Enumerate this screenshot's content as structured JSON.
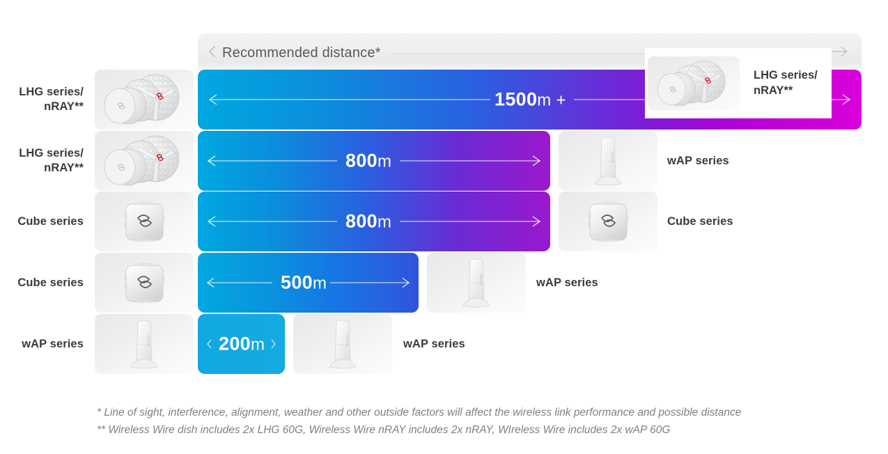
{
  "header": {
    "title": "Recommended distance*",
    "prev_icon": "chevron-left-icon",
    "next_icon": "arrow-right-icon"
  },
  "rows": [
    {
      "id": "row-1500m",
      "left_label": "LHG series/\nnRAY**",
      "left_label_line1": "LHG series/",
      "left_label_line2": "nRAY**",
      "distance_value": "1500",
      "distance_unit": "m +",
      "right_label": "",
      "gradient_start": "#00A8E0",
      "gradient_end": "#DB00DB",
      "device_left": "lhg-nray-dish",
      "device_right": "lhg-nray-dish"
    },
    {
      "id": "row-800m-wap",
      "left_label_line1": "LHG series/",
      "left_label_line2": "nRAY**",
      "distance_value": "800",
      "distance_unit": "m",
      "right_label": "wAP series",
      "gradient_start": "#00A8E0",
      "gradient_end": "#9B18CC",
      "device_left": "lhg-nray-dish",
      "device_right": "wap-unit"
    },
    {
      "id": "row-800m-cube",
      "left_label_line1": "Cube series",
      "left_label_line2": "",
      "distance_value": "800",
      "distance_unit": "m",
      "right_label": "Cube series",
      "gradient_start": "#00A8E0",
      "gradient_end": "#9B18CC",
      "device_left": "cube-unit",
      "device_right": "cube-unit"
    },
    {
      "id": "row-500m",
      "left_label_line1": "Cube series",
      "left_label_line2": "",
      "distance_value": "500",
      "distance_unit": "m",
      "right_label": "wAP series",
      "gradient_start": "#00A8E0",
      "gradient_end": "#2A5FE0",
      "device_left": "cube-unit",
      "device_right": "wap-unit"
    },
    {
      "id": "row-200m",
      "left_label_line1": "wAP series",
      "left_label_line2": "",
      "distance_value": "200",
      "distance_unit": "m",
      "right_label": "wAP series",
      "gradient_start": "#14A9E0",
      "gradient_end": "#14A9E0",
      "device_left": "wap-unit",
      "device_right": "wap-unit"
    }
  ],
  "overlay": {
    "label_line1": "LHG series/",
    "label_line2": "nRAY**",
    "device": "lhg-nray-dish"
  },
  "footnotes": [
    "* Line of sight, interference, alignment, weather and other outside factors will affect the wireless link performance and possible distance",
    "** Wireless Wire dish includes 2x LHG 60G, Wireless Wire nRAY includes 2x nRAY, WIreless Wire includes 2x wAP 60G"
  ],
  "colors": {
    "cyan": "#00A8E0",
    "blue": "#2A5FE0",
    "purple": "#9B18CC",
    "magenta": "#DB00DB",
    "text_dark": "#3b3b3d",
    "text_muted": "#808084"
  }
}
